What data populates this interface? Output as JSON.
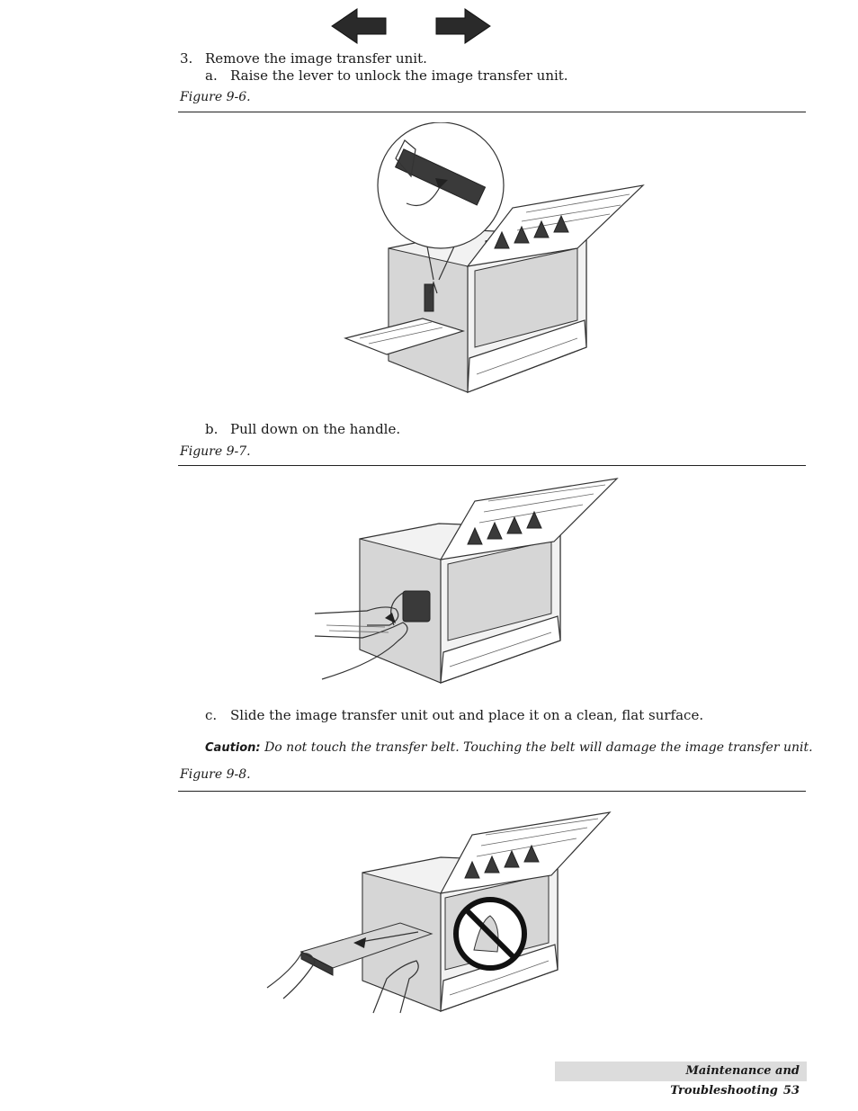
{
  "nav": {
    "prev_icon": "left-arrow-icon",
    "next_icon": "right-arrow-icon"
  },
  "step3": {
    "number": "3.",
    "text": "Remove the image transfer unit.",
    "a": {
      "letter": "a.",
      "text": "Raise the lever to unlock the image transfer unit."
    },
    "b": {
      "letter": "b.",
      "text": "Pull down on the handle."
    },
    "c": {
      "letter": "c.",
      "text": "Slide the image transfer unit out and place it on a clean, flat surface."
    }
  },
  "figures": {
    "fig1": "Figure 9-6.",
    "fig2": "Figure 9-7.",
    "fig3": "Figure 9-8."
  },
  "caution": {
    "label": "Caution:",
    "text": "Do not touch the transfer belt. Touching the belt will damage the image transfer unit."
  },
  "footer": {
    "section": "Maintenance and Troubleshooting",
    "page": "53"
  }
}
